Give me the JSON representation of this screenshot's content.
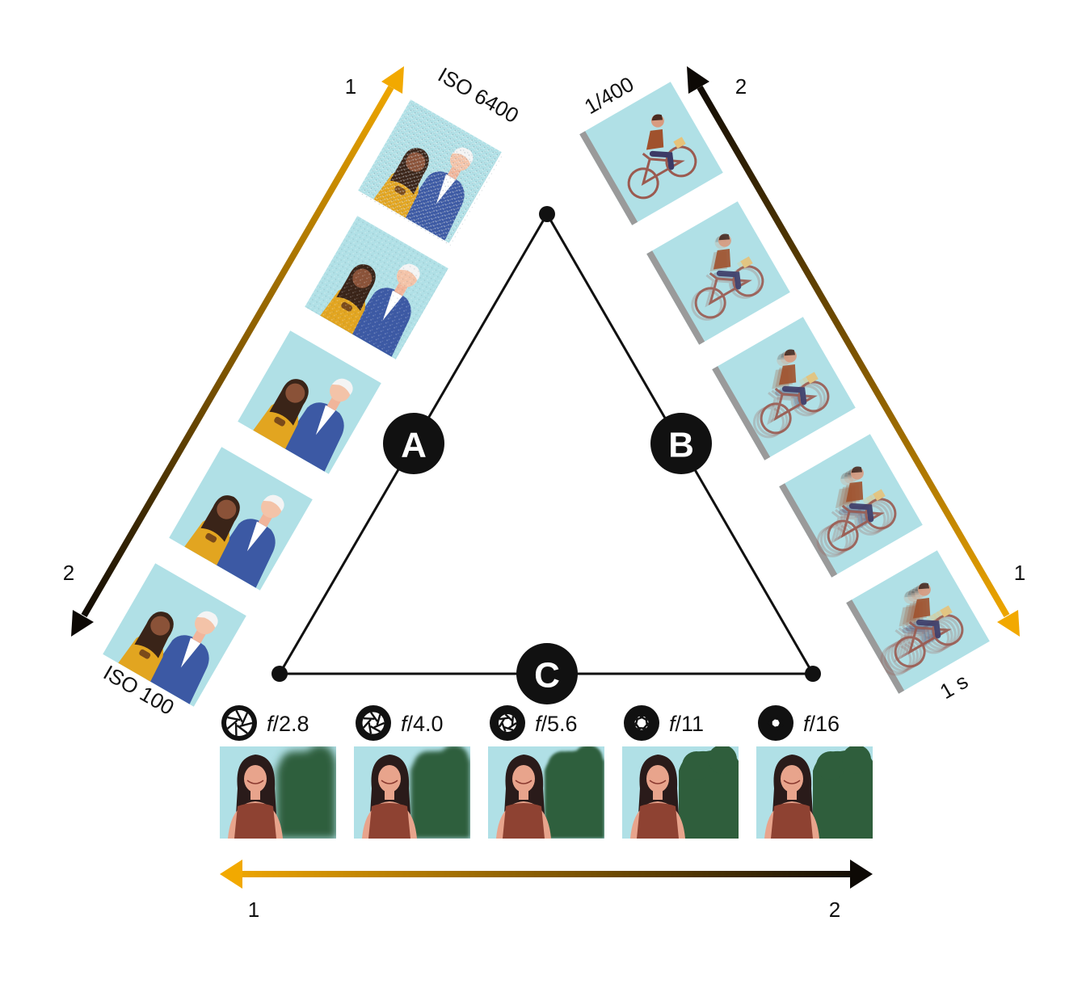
{
  "nodes": {
    "a": "A",
    "b": "B",
    "c": "C"
  },
  "iso": {
    "top_label": "ISO 6400",
    "bottom_label": "ISO 100",
    "arrow_start": "1",
    "arrow_end": "2"
  },
  "shutter": {
    "top_label": "1/400",
    "bottom_label": "1 s",
    "arrow_start": "2",
    "arrow_end": "1"
  },
  "aperture": {
    "stops": [
      {
        "prefix": "f",
        "value": "/2.8"
      },
      {
        "prefix": "f",
        "value": "/4.0"
      },
      {
        "prefix": "f",
        "value": "/5.6"
      },
      {
        "prefix": "f",
        "value": "/11"
      },
      {
        "prefix": "f",
        "value": "/16"
      }
    ],
    "arrow_start": "1",
    "arrow_end": "2"
  },
  "colors": {
    "panel_bg": "#b0e0e6",
    "gold": "#f2a900",
    "black": "#111111",
    "tree": "#2f5e3c",
    "shirt": "#8e4232",
    "coat": "#3c59a4"
  }
}
